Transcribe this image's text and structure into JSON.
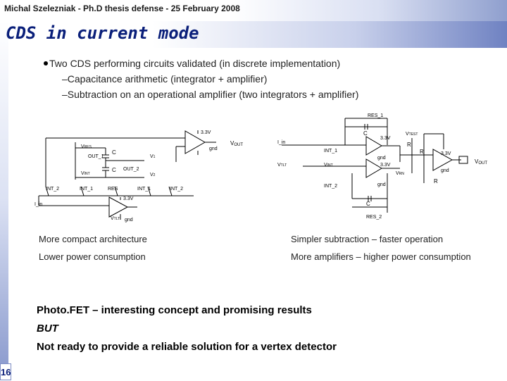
{
  "header": {
    "text": "Michal Szelezniak - Ph.D thesis defense - 25 February 2008"
  },
  "slide": {
    "title": "CDS in current mode",
    "bullets": {
      "main": "Two CDS performing circuits validated (in discrete implementation)",
      "sub1": "–Capacitance arithmetic (integrator + amplifier)",
      "sub2": "–Subtraction on an operational amplifier (two integrators + amplifier)"
    },
    "comparison": {
      "left1": "More compact architecture",
      "left2": "Lower power consumption",
      "right1": "Simpler subtraction – faster operation",
      "right2": "More amplifiers – higher power consumption"
    },
    "conclusion": {
      "line1": "Photo.FET – interesting concept and promising results",
      "line2": "BUT",
      "line3": "Not ready to provide a reliable solution for a vertex detector"
    },
    "page_number": "16"
  },
  "diagram_left": {
    "labels": {
      "v33_top": "3.3V",
      "vout": "V",
      "vout_sub": "OUT",
      "gnd_top": "gnd",
      "vres": "V",
      "vres_sub": "RES",
      "out1": "OUT_1",
      "c1": "C",
      "v1": "V",
      "v1_sub": "1",
      "vint": "V",
      "vint_sub": "INT",
      "c2": "C",
      "out2": "OUT_2",
      "v2": "V",
      "v2_sub": "2",
      "int2a": "INT_2",
      "int1a": "INT_1",
      "res": "RES",
      "int1b": "INT_1",
      "int2b": "INT_2",
      "v33_bot": "3.3V",
      "iin": "I_in",
      "vtlt": "V",
      "vtlt_sub": "TLT",
      "gnd_bot": "gnd"
    }
  },
  "diagram_right": {
    "labels": {
      "res1": "RES_1",
      "c_top": "C",
      "v33_a": "3.3V",
      "vtest": "V",
      "vtest_sub": "TEST",
      "iin": "I_in",
      "int1": "INT_1",
      "gnd_a": "gnd",
      "r1": "R",
      "r2": "R",
      "v33_b": "3.3V",
      "vtlt": "V",
      "vtlt_sub": "TLT",
      "vint": "V",
      "vint_sub": "INT",
      "vout": "V",
      "vout_sub": "OUT",
      "int2": "INT_2",
      "v33_c": "3.3V",
      "vrn": "V",
      "vrn_sub": "RN",
      "gnd_b": "gnd",
      "gnd_c": "gnd",
      "r3": "R",
      "c_bot": "C",
      "res2": "RES_2"
    }
  }
}
